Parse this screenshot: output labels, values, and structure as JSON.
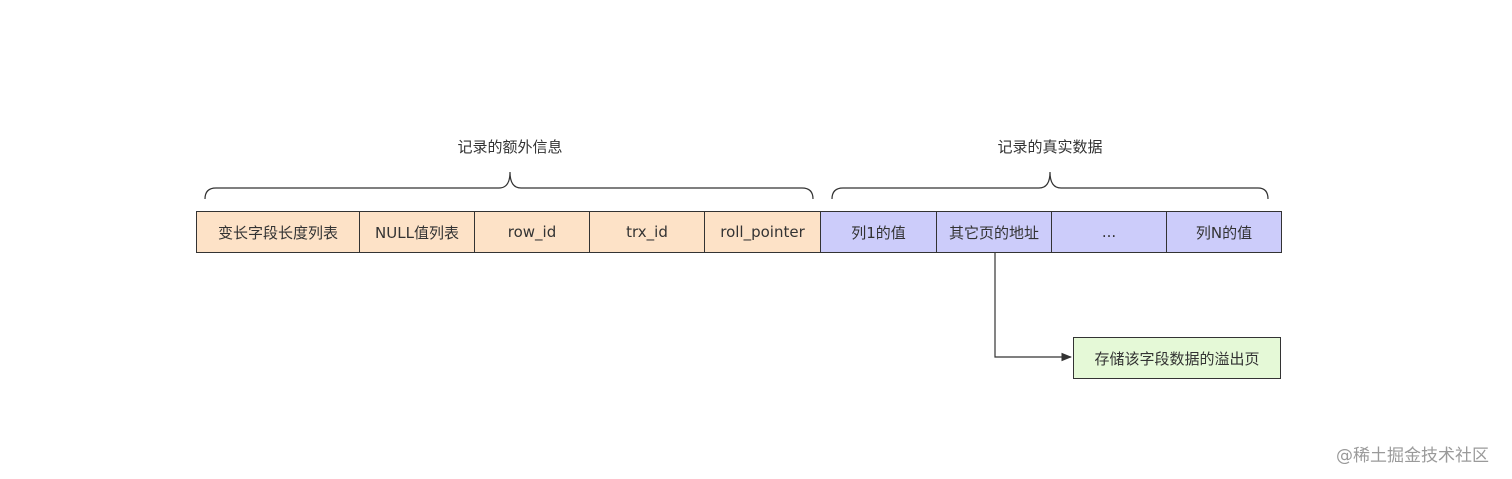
{
  "groups": {
    "extra_info": "记录的额外信息",
    "real_data": "记录的真实数据"
  },
  "extra_cells": [
    "变长字段长度列表",
    "NULL值列表",
    "row_id",
    "trx_id",
    "roll_pointer"
  ],
  "data_cells": [
    "列1的值",
    "其它页的地址",
    "...",
    "列N的值"
  ],
  "overflow_page": "存储该字段数据的溢出页",
  "watermark": "@稀土掘金技术社区",
  "colors": {
    "extra_fill": "#fde2c7",
    "data_fill": "#ccccfa",
    "overflow_fill": "#e5f9d7",
    "stroke": "#333333"
  }
}
